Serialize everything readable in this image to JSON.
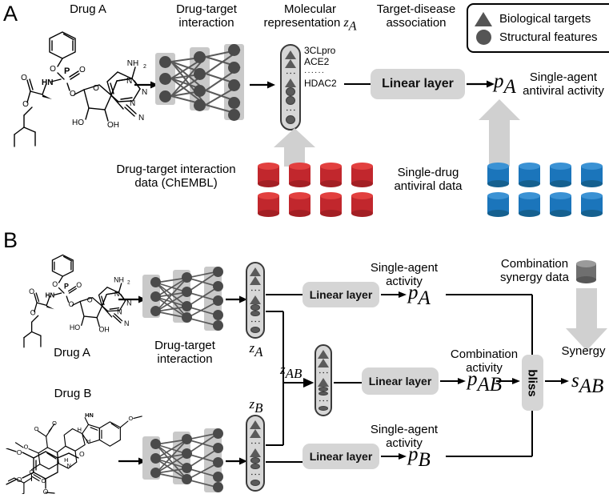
{
  "figure": {
    "panels": [
      {
        "id": "A",
        "letter": "A"
      },
      {
        "id": "B",
        "letter": "B"
      }
    ]
  },
  "legend": {
    "items": [
      {
        "icon": "triangle-icon",
        "label": "Biological targets",
        "color": "#555555"
      },
      {
        "icon": "circle-icon",
        "label": "Structural features",
        "color": "#555555"
      }
    ]
  },
  "panelA": {
    "letter": "A",
    "drug_label": "Drug A",
    "drug_structure_name": "remdesivir-structure",
    "dti_label_line1": "Drug-target",
    "dti_label_line2": "interaction",
    "molrep_label_line1": "Molecular",
    "molrep_label_line2": "representation",
    "molrep_symbol": "z",
    "molrep_symbol_sub": "A",
    "target_labels": [
      "3CLpro",
      "ACE2",
      "······",
      "HDAC2"
    ],
    "tda_label_line1": "Target-disease",
    "tda_label_line2": "association",
    "linear_layer_label": "Linear layer",
    "output_symbol": "p",
    "output_symbol_sub": "A",
    "output_text_line1": "Single-agent",
    "output_text_line2": "antiviral activity",
    "dti_data_line1": "Drug-target interaction",
    "dti_data_line2": "data (ChEMBL)",
    "dti_data_color": "#c1272d",
    "dti_data_count": 8,
    "antiviral_data_line1": "Single-drug",
    "antiviral_data_line2": "antiviral data",
    "antiviral_data_color": "#1b75bb",
    "antiviral_data_count": 8
  },
  "panelB": {
    "letter": "B",
    "drug_a_label": "Drug A",
    "drug_b_label": "Drug B",
    "drug_a_structure_name": "remdesivir-structure",
    "drug_b_structure_name": "reserpine-structure",
    "dti_label_line1": "Drug-target",
    "dti_label_line2": "interaction",
    "zA_symbol": "z",
    "zA_sub": "A",
    "zB_symbol": "z",
    "zB_sub": "B",
    "zAB_symbol": "z",
    "zAB_sub": "AB",
    "linear_layer_label": "Linear layer",
    "single_agent_line1": "Single-agent",
    "single_agent_line2": "activity",
    "combination_activity_line1": "Combination",
    "combination_activity_line2": "activity",
    "pA_symbol": "p",
    "pA_sub": "A",
    "pB_symbol": "p",
    "pB_sub": "B",
    "pAB_symbol": "p",
    "pAB_sub": "AB",
    "bliss_label": "bliss",
    "sAB_symbol": "s",
    "sAB_sub": "AB",
    "synergy_data_line1": "Combination",
    "synergy_data_line2": "synergy data",
    "synergy_label": "Synergy",
    "synergy_data_color": "#6f6f6f"
  }
}
